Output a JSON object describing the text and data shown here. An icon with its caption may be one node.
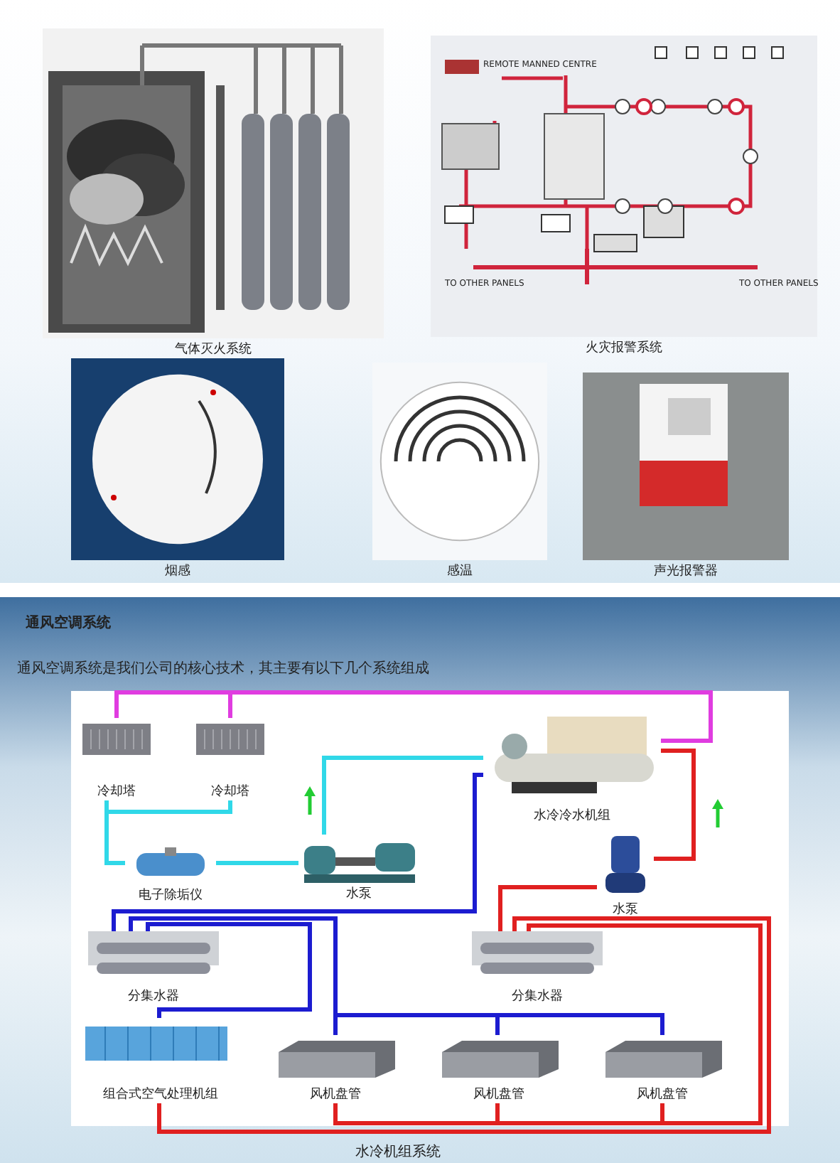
{
  "diagram": {
    "nodes": [
      {
        "text": [
          "气体灭火系统"
        ]
      },
      {
        "text": [
          "火灾报警系统"
        ]
      },
      {
        "text": [
          "烟感"
        ]
      },
      {
        "text": [
          "感温"
        ]
      },
      {
        "text": [
          "声光报警器"
        ]
      },
      {
        "text": [
          "冷却塔"
        ]
      },
      {
        "text": [
          "冷却塔"
        ]
      },
      {
        "text": [
          "水冷冷水机组"
        ]
      },
      {
        "text": [
          "电子除垢仪"
        ]
      },
      {
        "text": [
          "水泵"
        ]
      },
      {
        "text": [
          "水泵"
        ]
      },
      {
        "text": [
          "分集水器"
        ]
      },
      {
        "text": [
          "分集水器"
        ]
      },
      {
        "text": [
          "组合式空气处理机组"
        ]
      },
      {
        "text": [
          "风机盘管"
        ]
      },
      {
        "text": [
          "风机盘管"
        ]
      },
      {
        "text": [
          "风机盘管"
        ]
      }
    ],
    "edges": [
      {
        "from": 5,
        "to": 7,
        "arrow": "none",
        "color": "#e03ce0"
      },
      {
        "from": 6,
        "to": 7,
        "arrow": "none",
        "color": "#e03ce0"
      },
      {
        "from": 5,
        "to": 8,
        "arrow": "none",
        "color": "#30d8e8"
      },
      {
        "from": 6,
        "to": 8,
        "arrow": "none",
        "color": "#30d8e8"
      },
      {
        "from": 8,
        "to": 9,
        "arrow": "none",
        "color": "#30d8e8"
      },
      {
        "from": 9,
        "to": 7,
        "arrow": "none",
        "color": "#30d8e8"
      },
      {
        "from": 7,
        "to": 10,
        "arrow": "none",
        "color": "#e02020"
      },
      {
        "from": 10,
        "to": 12,
        "arrow": "none",
        "color": "#e02020"
      },
      {
        "from": 7,
        "to": 11,
        "arrow": "none",
        "color": "#1c1cd0"
      },
      {
        "from": 11,
        "to": 13,
        "arrow": "none",
        "color": "#1c1cd0"
      },
      {
        "from": 11,
        "to": 14,
        "arrow": "none",
        "color": "#1c1cd0"
      },
      {
        "from": 11,
        "to": 15,
        "arrow": "none",
        "color": "#1c1cd0"
      },
      {
        "from": 11,
        "to": 16,
        "arrow": "none",
        "color": "#1c1cd0"
      },
      {
        "from": 12,
        "to": 13,
        "arrow": "none",
        "color": "#e02020"
      },
      {
        "from": 12,
        "to": 14,
        "arrow": "none",
        "color": "#e02020"
      },
      {
        "from": 12,
        "to": 15,
        "arrow": "none",
        "color": "#e02020"
      },
      {
        "from": 12,
        "to": 16,
        "arrow": "none",
        "color": "#e02020"
      }
    ],
    "labels": [
      "REMOTE MANNED CENTRE",
      "TO OTHER PANELS",
      "TO OTHER PANELS",
      "通风空调系统",
      "通风空调系统是我们公司的核心技术，其主要有以下几个系统组成",
      "水冷机组系统"
    ]
  }
}
